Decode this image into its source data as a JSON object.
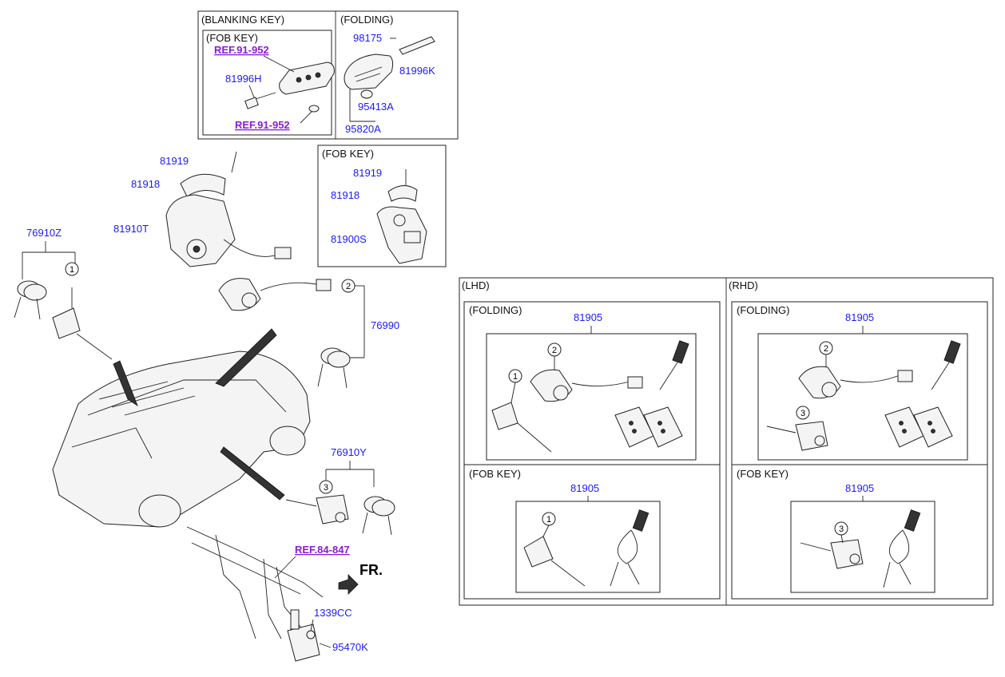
{
  "boxes": {
    "blanking_key": "(BLANKING KEY)",
    "fob_key_top": "(FOB KEY)",
    "folding_top": "(FOLDING)",
    "fob_key_mid": "(FOB KEY)",
    "lhd": "(LHD)",
    "rhd": "(RHD)",
    "lhd_folding": "(FOLDING)",
    "lhd_fob_key": "(FOB KEY)",
    "rhd_folding": "(FOLDING)",
    "rhd_fob_key": "(FOB KEY)"
  },
  "refs": {
    "ref_fob_top": "REF.91-952",
    "ref_fob_bottom": "REF.91-952",
    "ref_dash": "REF.84-847"
  },
  "labels": {
    "p81996H": "81996H",
    "p98175": "98175",
    "p81996K": "81996K",
    "p95413A": "95413A",
    "p95820A": "95820A",
    "p81919_a": "81919",
    "p81918_a": "81918",
    "p81910T": "81910T",
    "p81919_b": "81919",
    "p81918_b": "81918",
    "p81900S": "81900S",
    "p76910Z": "76910Z",
    "p76990": "76990",
    "p76910Y": "76910Y",
    "p1339CC": "1339CC",
    "p95470K": "95470K",
    "p81905_lhd_fold": "81905",
    "p81905_lhd_fob": "81905",
    "p81905_rhd_fold": "81905",
    "p81905_rhd_fob": "81905"
  },
  "callouts": {
    "c1": "1",
    "c2": "2",
    "c3": "3"
  },
  "direction": "FR.",
  "icons": [
    "key-fob-icon",
    "ignition-lock-icon",
    "door-lock-icon",
    "car-icon",
    "arrow-icon",
    "immobilizer-antenna-icon"
  ],
  "colors": {
    "label": "#1a1aff",
    "ref": "#8a1bd6",
    "line": "#222222"
  }
}
